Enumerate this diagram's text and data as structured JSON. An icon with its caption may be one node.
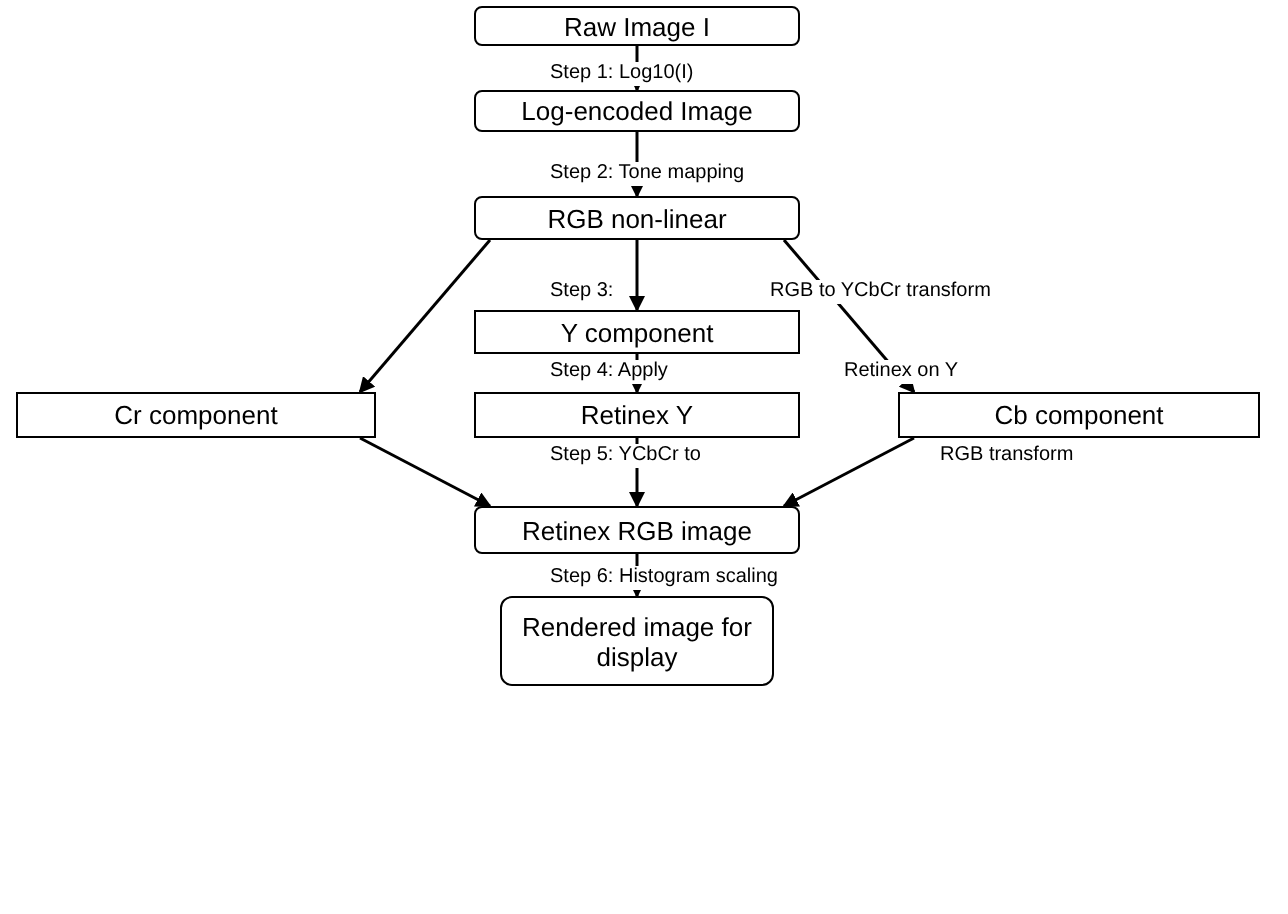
{
  "diagram": {
    "nodes": [
      {
        "text": [
          "Raw Image I"
        ]
      },
      {
        "text": [
          "Log-encoded Image"
        ]
      },
      {
        "text": [
          "RGB non-linear"
        ]
      },
      {
        "text": [
          "Y component"
        ]
      },
      {
        "text": [
          "Cr component"
        ]
      },
      {
        "text": [
          "Retinex Y"
        ]
      },
      {
        "text": [
          "Cb component"
        ]
      },
      {
        "text": [
          "Retinex RGB image"
        ]
      },
      {
        "text": [
          "Rendered image for display"
        ]
      }
    ],
    "edges": [
      {
        "from": 0,
        "to": 1,
        "arrow": "to"
      },
      {
        "from": 1,
        "to": 2,
        "arrow": "to"
      },
      {
        "from": 2,
        "to": 3,
        "arrow": "to"
      },
      {
        "from": 2,
        "to": 4,
        "arrow": "to"
      },
      {
        "from": 2,
        "to": 6,
        "arrow": "to"
      },
      {
        "from": 3,
        "to": 5,
        "arrow": "to"
      },
      {
        "from": 4,
        "to": 7,
        "arrow": "to"
      },
      {
        "from": 5,
        "to": 7,
        "arrow": "to"
      },
      {
        "from": 6,
        "to": 7,
        "arrow": "to"
      },
      {
        "from": 7,
        "to": 8,
        "arrow": "to"
      }
    ],
    "labels": [
      "Step 1: Log10(I)",
      "Step 2: Tone mapping",
      "Step 3:",
      "RGB to YCbCr transform",
      "Step 4: Apply",
      "Retinex on Y",
      "Step 5: YCbCr to",
      "RGB transform",
      "Step 6: Histogram scaling"
    ]
  }
}
